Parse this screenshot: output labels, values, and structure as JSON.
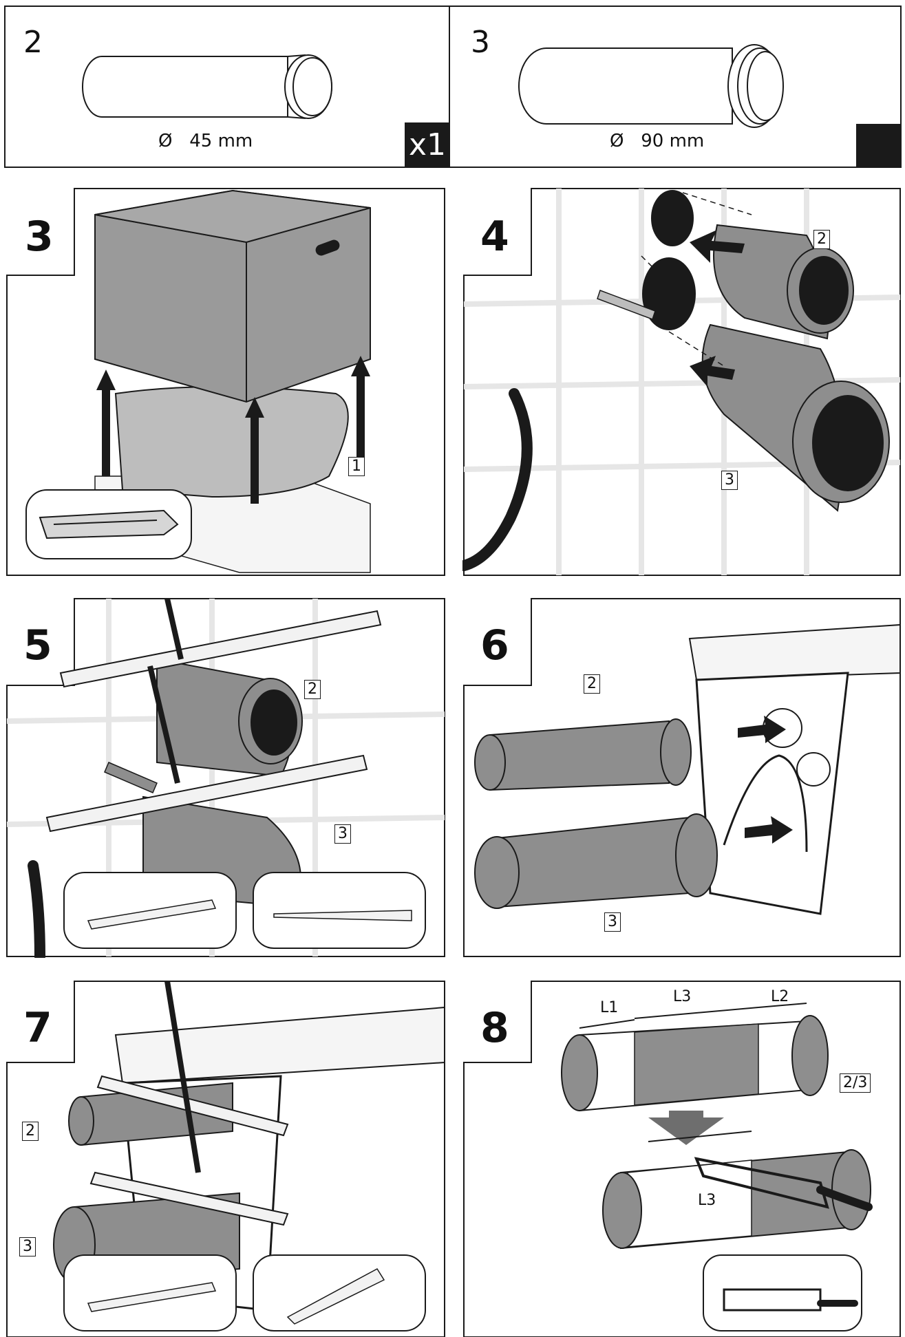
{
  "parts": [
    {
      "number": "2",
      "diameter": "Ø   45 mm",
      "quantity": "x1"
    },
    {
      "number": "3",
      "diameter": "Ø   90 mm",
      "quantity": ""
    }
  ],
  "steps": [
    {
      "number": "3",
      "callouts": [
        "1"
      ]
    },
    {
      "number": "4",
      "callouts": [
        "2",
        "3"
      ]
    },
    {
      "number": "5",
      "callouts": [
        "2",
        "3"
      ]
    },
    {
      "number": "6",
      "callouts": [
        "2",
        "3"
      ]
    },
    {
      "number": "7",
      "callouts": [
        "2",
        "3"
      ]
    },
    {
      "number": "8",
      "callouts": [
        "2/3"
      ],
      "measurements": [
        "L1",
        "L3",
        "L2",
        "L3"
      ]
    }
  ],
  "colors": {
    "ink": "#1a1a1a",
    "pipe_gray": "#8e8e8e",
    "box_gray": "#9a9a9a",
    "tile_line": "#e6e6e6"
  }
}
